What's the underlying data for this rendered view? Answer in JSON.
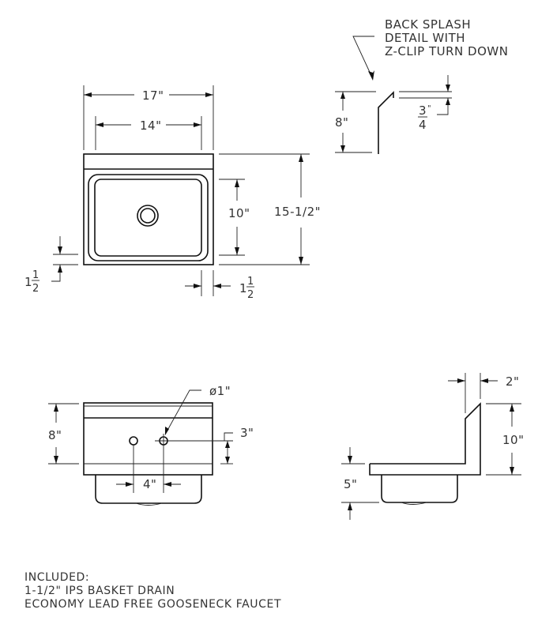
{
  "callouts": {
    "back_splash_line1": "BACK SPLASH",
    "back_splash_line2": "DETAIL WITH",
    "back_splash_line3": "Z-CLIP TURN DOWN"
  },
  "top_view": {
    "overall_width": "17\"",
    "bowl_width": "14\"",
    "overall_depth": "15-1/2\"",
    "bowl_depth": "10\"",
    "front_rim_whole": "1",
    "front_rim_num": "1",
    "front_rim_den": "2",
    "side_rim_whole": "1",
    "side_rim_num": "1",
    "side_rim_den": "2"
  },
  "backsplash_detail": {
    "height": "8\"",
    "turn_down_num": "3",
    "turn_down_den": "4",
    "turn_down_unit": "\""
  },
  "front_view": {
    "backsplash_height": "8\"",
    "hole_diameter": "ø1\"",
    "hole_height": "3\"",
    "hole_spacing": "4\""
  },
  "side_view": {
    "backsplash_depth": "2\"",
    "backsplash_height": "10\"",
    "bowl_depth": "5\""
  },
  "notes": {
    "heading": "INCLUDED:",
    "item1": "1-1/2\" IPS BASKET DRAIN",
    "item2": "ECONOMY LEAD FREE GOOSENECK FAUCET"
  }
}
